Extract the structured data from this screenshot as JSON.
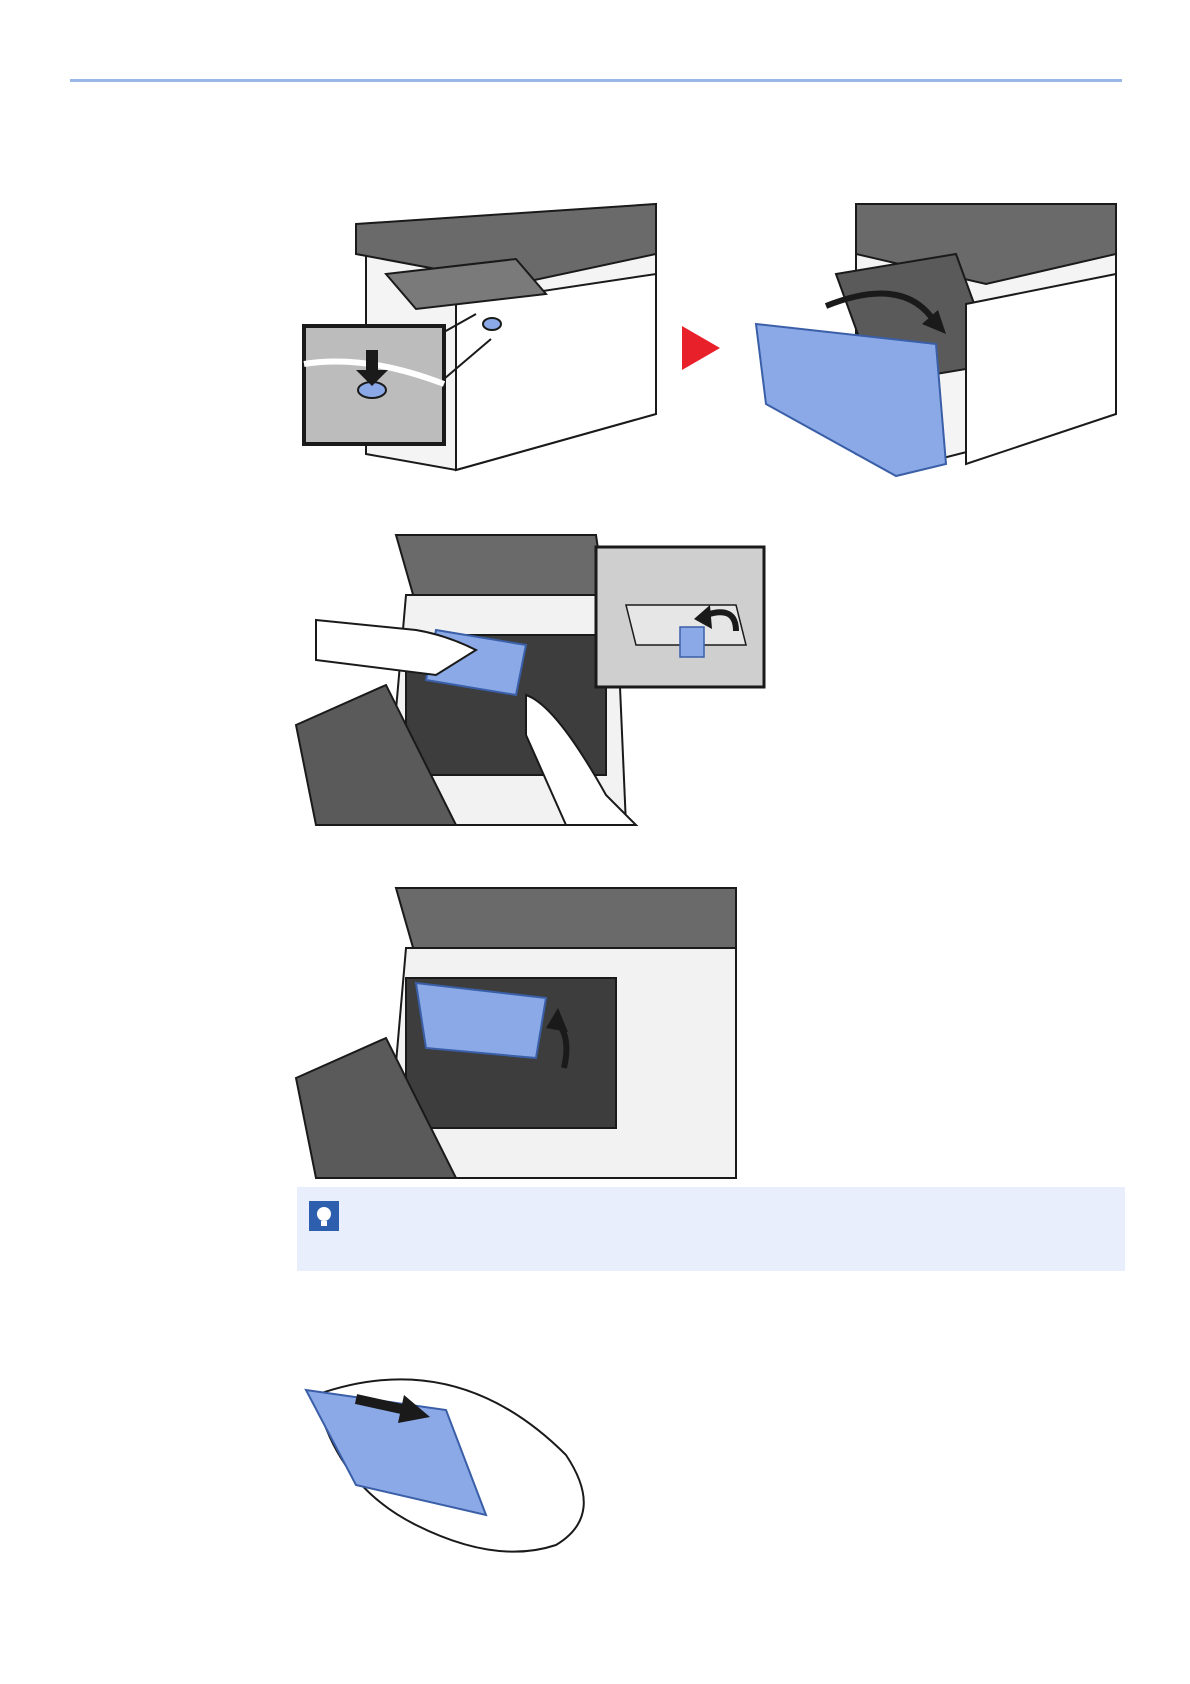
{
  "page": {
    "colors": {
      "rule": "#9bb7e8",
      "accent_blue": "#7f9fdc",
      "arrow_red": "#e8202a",
      "note_bg": "#e8eefb",
      "printer_body": "#ffffff",
      "printer_dark": "#5a5a5a",
      "outline": "#1a1a1a"
    },
    "figures": [
      {
        "id": "step1-open-front-cover",
        "icons": [
          "printer-icon",
          "press-button-arrow-icon",
          "play-arrow-icon",
          "open-cover-arrow-icon"
        ]
      },
      {
        "id": "step2-unlock-toner",
        "icons": [
          "printer-open-icon",
          "hand-icon",
          "lock-lever-icon"
        ]
      },
      {
        "id": "step3-remove-toner",
        "icons": [
          "printer-open-icon",
          "lift-arrow-icon"
        ]
      },
      {
        "id": "step4-unpack-toner",
        "icons": [
          "toner-bag-icon",
          "pull-arrow-icon"
        ]
      }
    ],
    "note": {
      "icon": "tip-icon",
      "text": ""
    }
  }
}
